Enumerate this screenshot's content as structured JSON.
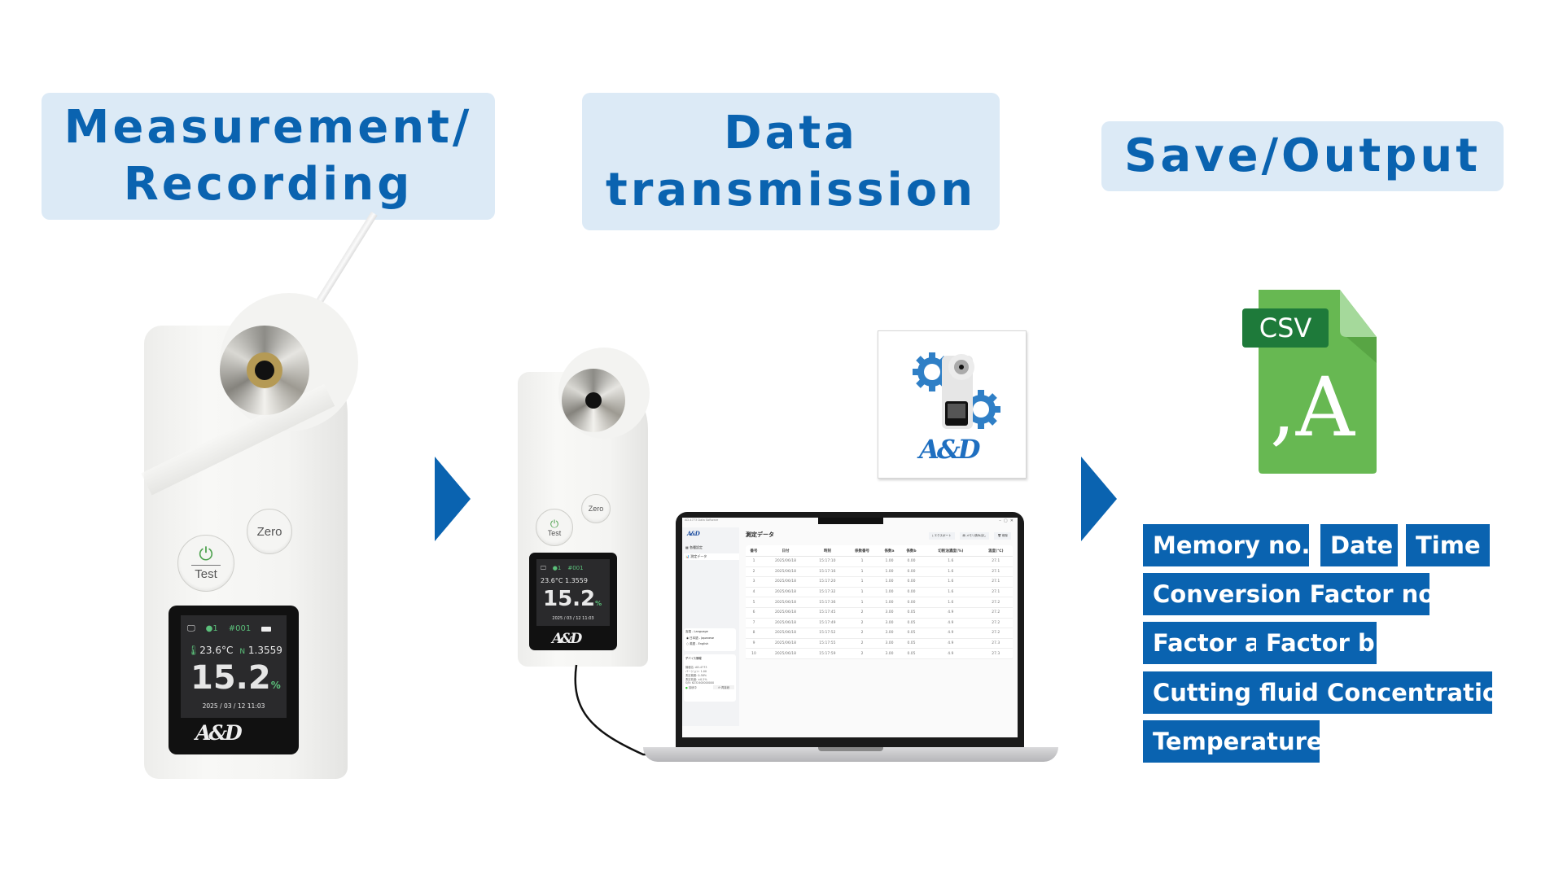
{
  "stages": {
    "measurement": {
      "title_line1": "Measurement/",
      "title_line2": "Recording"
    },
    "transmission": {
      "title_line1": "Data",
      "title_line2": "transmission"
    },
    "output": {
      "title": "Save/Output"
    }
  },
  "colors": {
    "brand_blue": "#0a63b0",
    "title_bg": "#dceaf6",
    "csv_green": "#67b852",
    "csv_dark_green": "#1e7a3a"
  },
  "device": {
    "brand": "A&D",
    "buttons": {
      "test_label": "Test",
      "zero_label": "Zero"
    },
    "display": {
      "conversion_no": "1",
      "memory_no": "#001",
      "temperature": "23.6°C",
      "refractive_label": "N",
      "refractive_index": "1.3559",
      "reading": "15.2",
      "unit": "%",
      "datetime": "2025 / 03 / 12  11:03"
    }
  },
  "software": {
    "window_title": "AD-4773 Data Software",
    "logo": "A&D",
    "page_title": "測定データ",
    "sidebar_items": [
      {
        "icon": "settings-grid-icon",
        "label": "各種設定"
      },
      {
        "icon": "bar-chart-icon",
        "label": "測定データ"
      }
    ],
    "language": {
      "title": "言語 - Language",
      "options": [
        {
          "label": "日本語 - Japanese",
          "selected": true
        },
        {
          "label": "英語 - English",
          "selected": false
        }
      ]
    },
    "device_info": {
      "title": "デバイス情報",
      "lines": [
        "機種名: AD-4773",
        "バージョン: 1.00",
        "測定範囲: 0-58%",
        "測定精度: ±0.2%",
        "S/N: 6232400000000"
      ],
      "status": "接続中",
      "reconnect_label": "再接続"
    },
    "toolbar": {
      "export_label": "エクスポート",
      "memory_label": "メモリ読み出し",
      "delete_label": "削除"
    },
    "table": {
      "headers": [
        "番号",
        "日付",
        "時刻",
        "係数番号",
        "係数a",
        "係数b",
        "切削油濃度(%)",
        "温度(℃)"
      ],
      "rows": [
        [
          "1",
          "2025/06/18",
          "15:17:10",
          "1",
          "1.00",
          "0.00",
          "1.6",
          "27.1"
        ],
        [
          "2",
          "2025/06/18",
          "15:17:16",
          "1",
          "1.00",
          "0.00",
          "1.6",
          "27.1"
        ],
        [
          "3",
          "2025/06/18",
          "15:17:20",
          "1",
          "1.00",
          "0.00",
          "1.6",
          "27.1"
        ],
        [
          "4",
          "2025/06/18",
          "15:17:32",
          "1",
          "1.00",
          "0.00",
          "1.6",
          "27.1"
        ],
        [
          "5",
          "2025/06/18",
          "15:17:36",
          "1",
          "1.00",
          "0.00",
          "1.6",
          "27.2"
        ],
        [
          "6",
          "2025/06/18",
          "15:17:45",
          "2",
          "3.00",
          "0.05",
          "4.9",
          "27.2"
        ],
        [
          "7",
          "2025/06/18",
          "15:17:49",
          "2",
          "3.00",
          "0.05",
          "4.9",
          "27.2"
        ],
        [
          "8",
          "2025/06/18",
          "15:17:52",
          "2",
          "3.00",
          "0.05",
          "4.9",
          "27.2"
        ],
        [
          "9",
          "2025/06/18",
          "15:17:55",
          "2",
          "3.00",
          "0.05",
          "4.9",
          "27.3"
        ],
        [
          "10",
          "2025/06/18",
          "15:17:59",
          "2",
          "3.00",
          "0.05",
          "4.9",
          "27.3"
        ]
      ]
    }
  },
  "app_icon": {
    "brand": "A&D"
  },
  "csv_icon": {
    "badge": "CSV",
    "glyph": ",A"
  },
  "csv_fields": [
    "Memory no.",
    "Date",
    "Time",
    "Conversion Factor no.",
    "Factor a",
    "Factor b",
    "Cutting fluid Concentration",
    "Temperature"
  ]
}
